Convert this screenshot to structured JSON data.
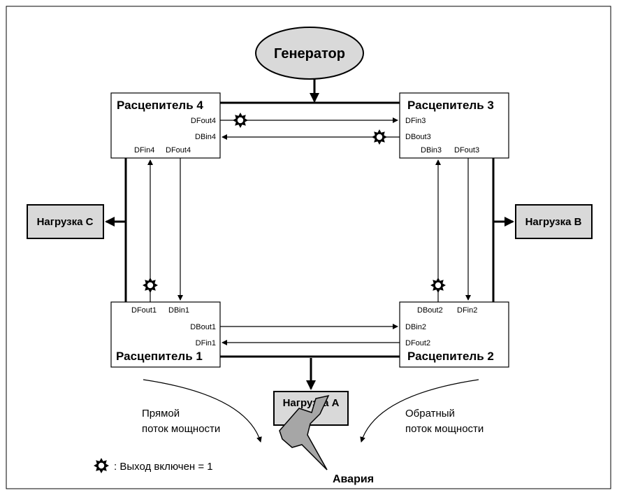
{
  "generator": {
    "label": "Генератор",
    "fill": "#d9d9d9"
  },
  "breakers": {
    "b4": {
      "title": "Расцепитель 4",
      "ports": {
        "dfout_right": "DFout4",
        "dbin_right": "DBin4",
        "dfin_bottom": "DFin4",
        "dfout_bottom": "DFout4"
      }
    },
    "b3": {
      "title": "Расцепитель 3",
      "ports": {
        "dfin_left": "DFin3",
        "dbout_left": "DBout3",
        "dbin_bottom": "DBin3",
        "dfout_bottom": "DFout3"
      }
    },
    "b1": {
      "title": "Расцепитель 1",
      "ports": {
        "dfout_top": "DFout1",
        "dbin_top": "DBin1",
        "dbout_right": "DBout1",
        "dfin_right": "DFin1"
      }
    },
    "b2": {
      "title": "Расцепитель 2",
      "ports": {
        "dbout_top": "DBout2",
        "dfin_top": "DFin2",
        "dbin_left": "DBin2",
        "dfout_left": "DFout2"
      }
    }
  },
  "loads": {
    "a": "Нагрузка A",
    "b": "Нагрузка B",
    "c": "Нагрузка C",
    "fill": "#d9d9d9"
  },
  "flows": {
    "forward": {
      "line1": "Прямой",
      "line2": "поток мощности"
    },
    "reverse": {
      "line1": "Обратный",
      "line2": "поток мощности"
    }
  },
  "fault_label": "Авария",
  "legend": {
    "text": ": Выход включен = 1"
  },
  "colors": {
    "line": "#000000",
    "box_fill": "#ffffff",
    "fault_fill": "#a6a6a6"
  }
}
